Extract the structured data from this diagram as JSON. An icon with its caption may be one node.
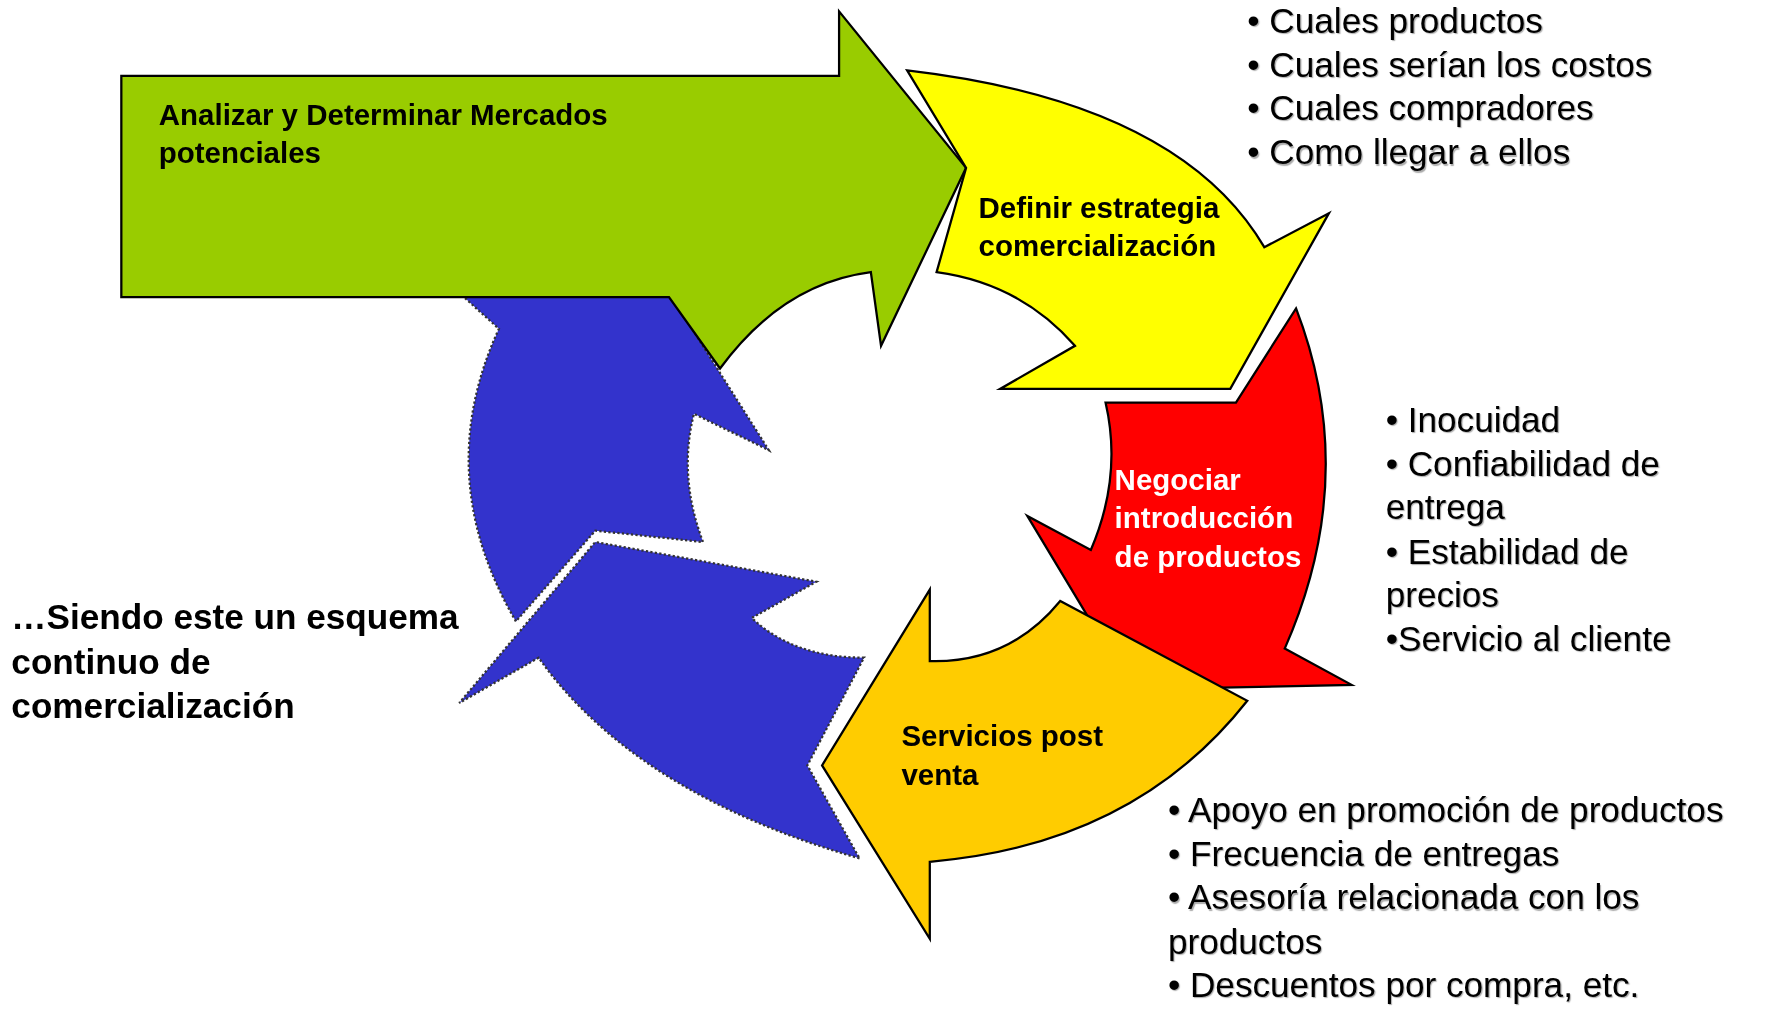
{
  "diagram": {
    "nodes": [
      {
        "text": [
          "Analizar y Determinar Mercados potenciales"
        ]
      },
      {
        "text": [
          "Definir estrategia comercialización"
        ],
        "beside": [
          "• Cuales productos",
          "• Cuales serían los costos",
          "• Cuales compradores",
          "• Como llegar a ellos"
        ]
      },
      {
        "text": [
          "Negociar introducción de productos"
        ],
        "beside": [
          "• Inocuidad",
          "• Confiabilidad de entrega",
          "• Estabilidad de precios",
          "•Servicio al cliente"
        ]
      },
      {
        "text": [
          "Servicios post venta"
        ],
        "beside": [
          "• Apoyo en promoción de productos",
          "• Frecuencia de entregas",
          "• Asesoría relacionada con los productos",
          "• Descuentos por compra, etc."
        ]
      },
      {
        "text": [],
        "shape": "arrow"
      },
      {
        "text": [],
        "shape": "arrow"
      }
    ],
    "labels": [
      "…Siendo este un esquema continuo de comercialización"
    ]
  }
}
